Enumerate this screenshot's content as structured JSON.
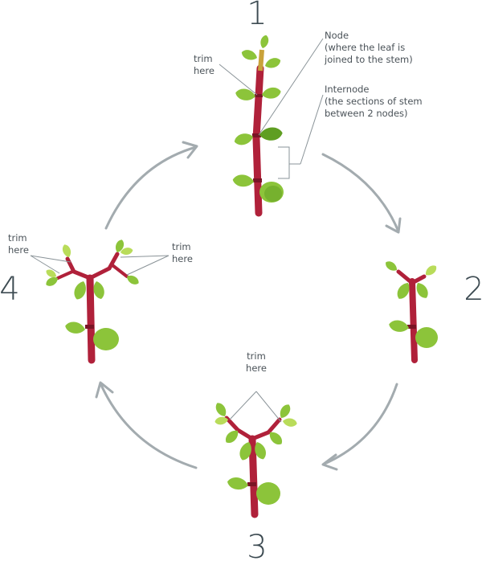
{
  "steps": {
    "one": "1",
    "two": "2",
    "three": "3",
    "four": "4"
  },
  "labels": {
    "trim_step1": [
      "trim",
      "here"
    ],
    "node": [
      "Node",
      "(where the leaf is",
      "joined to the stem)"
    ],
    "internode": [
      "Internode",
      "(the sections of stem",
      "between 2 nodes)"
    ],
    "trim_step3": [
      "trim",
      "here"
    ],
    "trim_step4_left": [
      "trim",
      "here"
    ],
    "trim_step4_right": [
      "trim",
      "here"
    ]
  },
  "colors": {
    "stem": "#b0213a",
    "leaf": "#8cc43a",
    "leaf_light": "#b9dc5a",
    "arrow": "#a3abaf",
    "number": "#3d4b52"
  }
}
